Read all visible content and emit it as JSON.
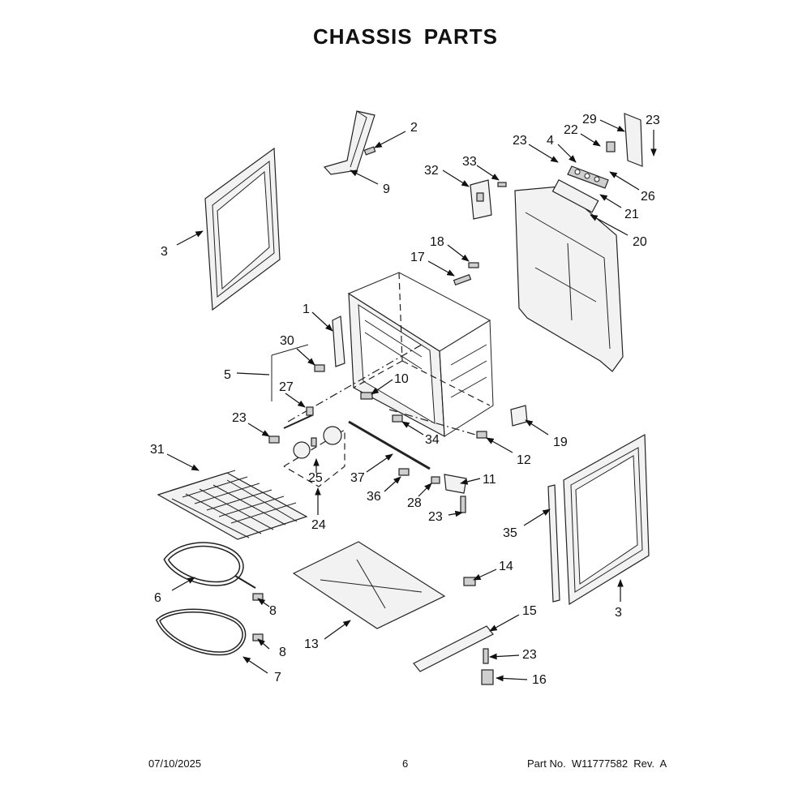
{
  "title": "CHASSIS PARTS",
  "footer": {
    "date": "07/10/2025",
    "page": "6",
    "part_no": "Part No.  W11777582  Rev.  A"
  },
  "callouts": [
    {
      "id": "c3a",
      "text": "3"
    },
    {
      "id": "c2",
      "text": "2"
    },
    {
      "id": "c9",
      "text": "9"
    },
    {
      "id": "c23a",
      "text": "23"
    },
    {
      "id": "c4",
      "text": "4"
    },
    {
      "id": "c22",
      "text": "22"
    },
    {
      "id": "c29",
      "text": "29"
    },
    {
      "id": "c23b",
      "text": "23"
    },
    {
      "id": "c33",
      "text": "33"
    },
    {
      "id": "c32",
      "text": "32"
    },
    {
      "id": "c26",
      "text": "26"
    },
    {
      "id": "c21",
      "text": "21"
    },
    {
      "id": "c20",
      "text": "20"
    },
    {
      "id": "c18",
      "text": "18"
    },
    {
      "id": "c17",
      "text": "17"
    },
    {
      "id": "c1",
      "text": "1"
    },
    {
      "id": "c30",
      "text": "30"
    },
    {
      "id": "c5",
      "text": "5"
    },
    {
      "id": "c10",
      "text": "10"
    },
    {
      "id": "c27",
      "text": "27"
    },
    {
      "id": "c23c",
      "text": "23"
    },
    {
      "id": "c34",
      "text": "34"
    },
    {
      "id": "c12",
      "text": "12"
    },
    {
      "id": "c19",
      "text": "19"
    },
    {
      "id": "c31",
      "text": "31"
    },
    {
      "id": "c25",
      "text": "25"
    },
    {
      "id": "c37",
      "text": "37"
    },
    {
      "id": "c11",
      "text": "11"
    },
    {
      "id": "c36",
      "text": "36"
    },
    {
      "id": "c28",
      "text": "28"
    },
    {
      "id": "c23d",
      "text": "23"
    },
    {
      "id": "c24",
      "text": "24"
    },
    {
      "id": "c35",
      "text": "35"
    },
    {
      "id": "c6",
      "text": "6"
    },
    {
      "id": "c8a",
      "text": "8"
    },
    {
      "id": "c14",
      "text": "14"
    },
    {
      "id": "c3b",
      "text": "3"
    },
    {
      "id": "c13",
      "text": "13"
    },
    {
      "id": "c8b",
      "text": "8"
    },
    {
      "id": "c7",
      "text": "7"
    },
    {
      "id": "c15",
      "text": "15"
    },
    {
      "id": "c23e",
      "text": "23"
    },
    {
      "id": "c16",
      "text": "16"
    }
  ]
}
